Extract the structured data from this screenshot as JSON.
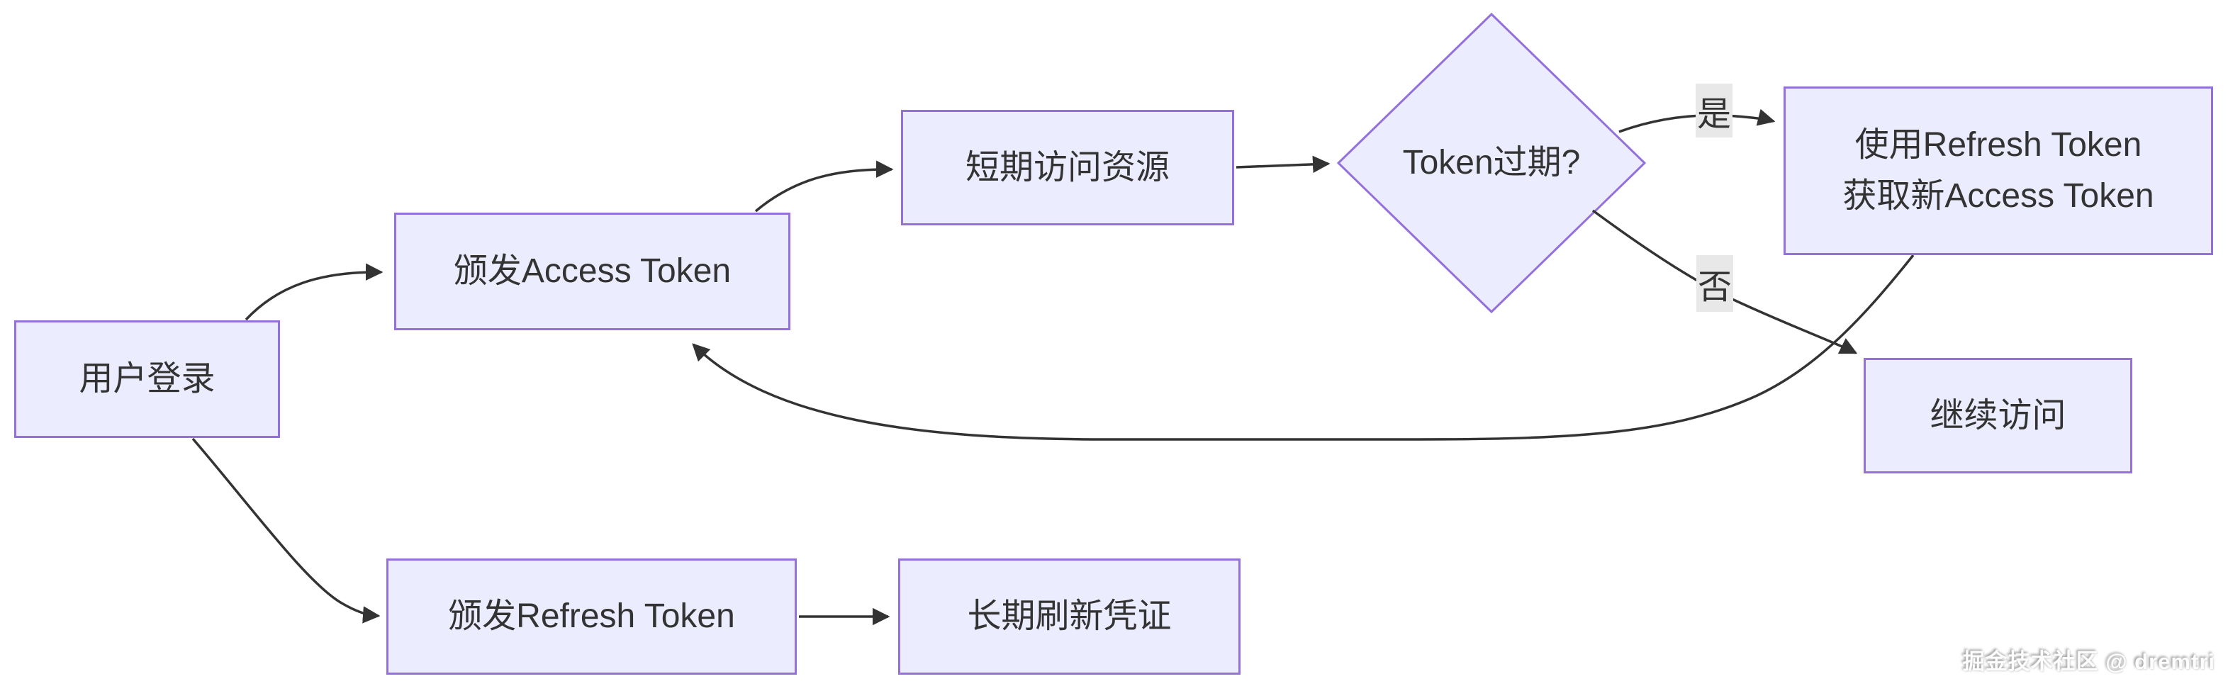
{
  "diagram": {
    "type": "flowchart",
    "background": "#ffffff",
    "colors": {
      "node_fill": "#ECECFF",
      "node_border": "#9370DB",
      "edge_line": "#333333",
      "text": "#333333",
      "edge_label_bg": "#e8e8e8"
    },
    "nodes": [
      {
        "id": "user-login",
        "shape": "rect",
        "label": "用户登录"
      },
      {
        "id": "issue-access-token",
        "shape": "rect",
        "label": "颁发Access Token"
      },
      {
        "id": "short-term-resource",
        "shape": "rect",
        "label": "短期访问资源"
      },
      {
        "id": "token-expired",
        "shape": "diamond",
        "label": "Token过期?"
      },
      {
        "id": "use-refresh-token",
        "shape": "rect",
        "label": "使用Refresh Token 获取新Access Token",
        "lines": {
          "0": "使用Refresh Token",
          "1": "获取新Access Token"
        }
      },
      {
        "id": "continue-access",
        "shape": "rect",
        "label": "继续访问"
      },
      {
        "id": "issue-refresh-token",
        "shape": "rect",
        "label": "颁发Refresh Token"
      },
      {
        "id": "long-term-credential",
        "shape": "rect",
        "label": "长期刷新凭证"
      }
    ],
    "edges": [
      {
        "from": "user-login",
        "to": "issue-access-token",
        "label": ""
      },
      {
        "from": "user-login",
        "to": "issue-refresh-token",
        "label": ""
      },
      {
        "from": "issue-access-token",
        "to": "short-term-resource",
        "label": ""
      },
      {
        "from": "short-term-resource",
        "to": "token-expired",
        "label": ""
      },
      {
        "from": "token-expired",
        "to": "use-refresh-token",
        "label": "是"
      },
      {
        "from": "token-expired",
        "to": "continue-access",
        "label": "否"
      },
      {
        "from": "use-refresh-token",
        "to": "issue-access-token",
        "label": ""
      },
      {
        "from": "issue-refresh-token",
        "to": "long-term-credential",
        "label": ""
      }
    ],
    "watermark": "掘金技术社区 @ dremtri"
  }
}
